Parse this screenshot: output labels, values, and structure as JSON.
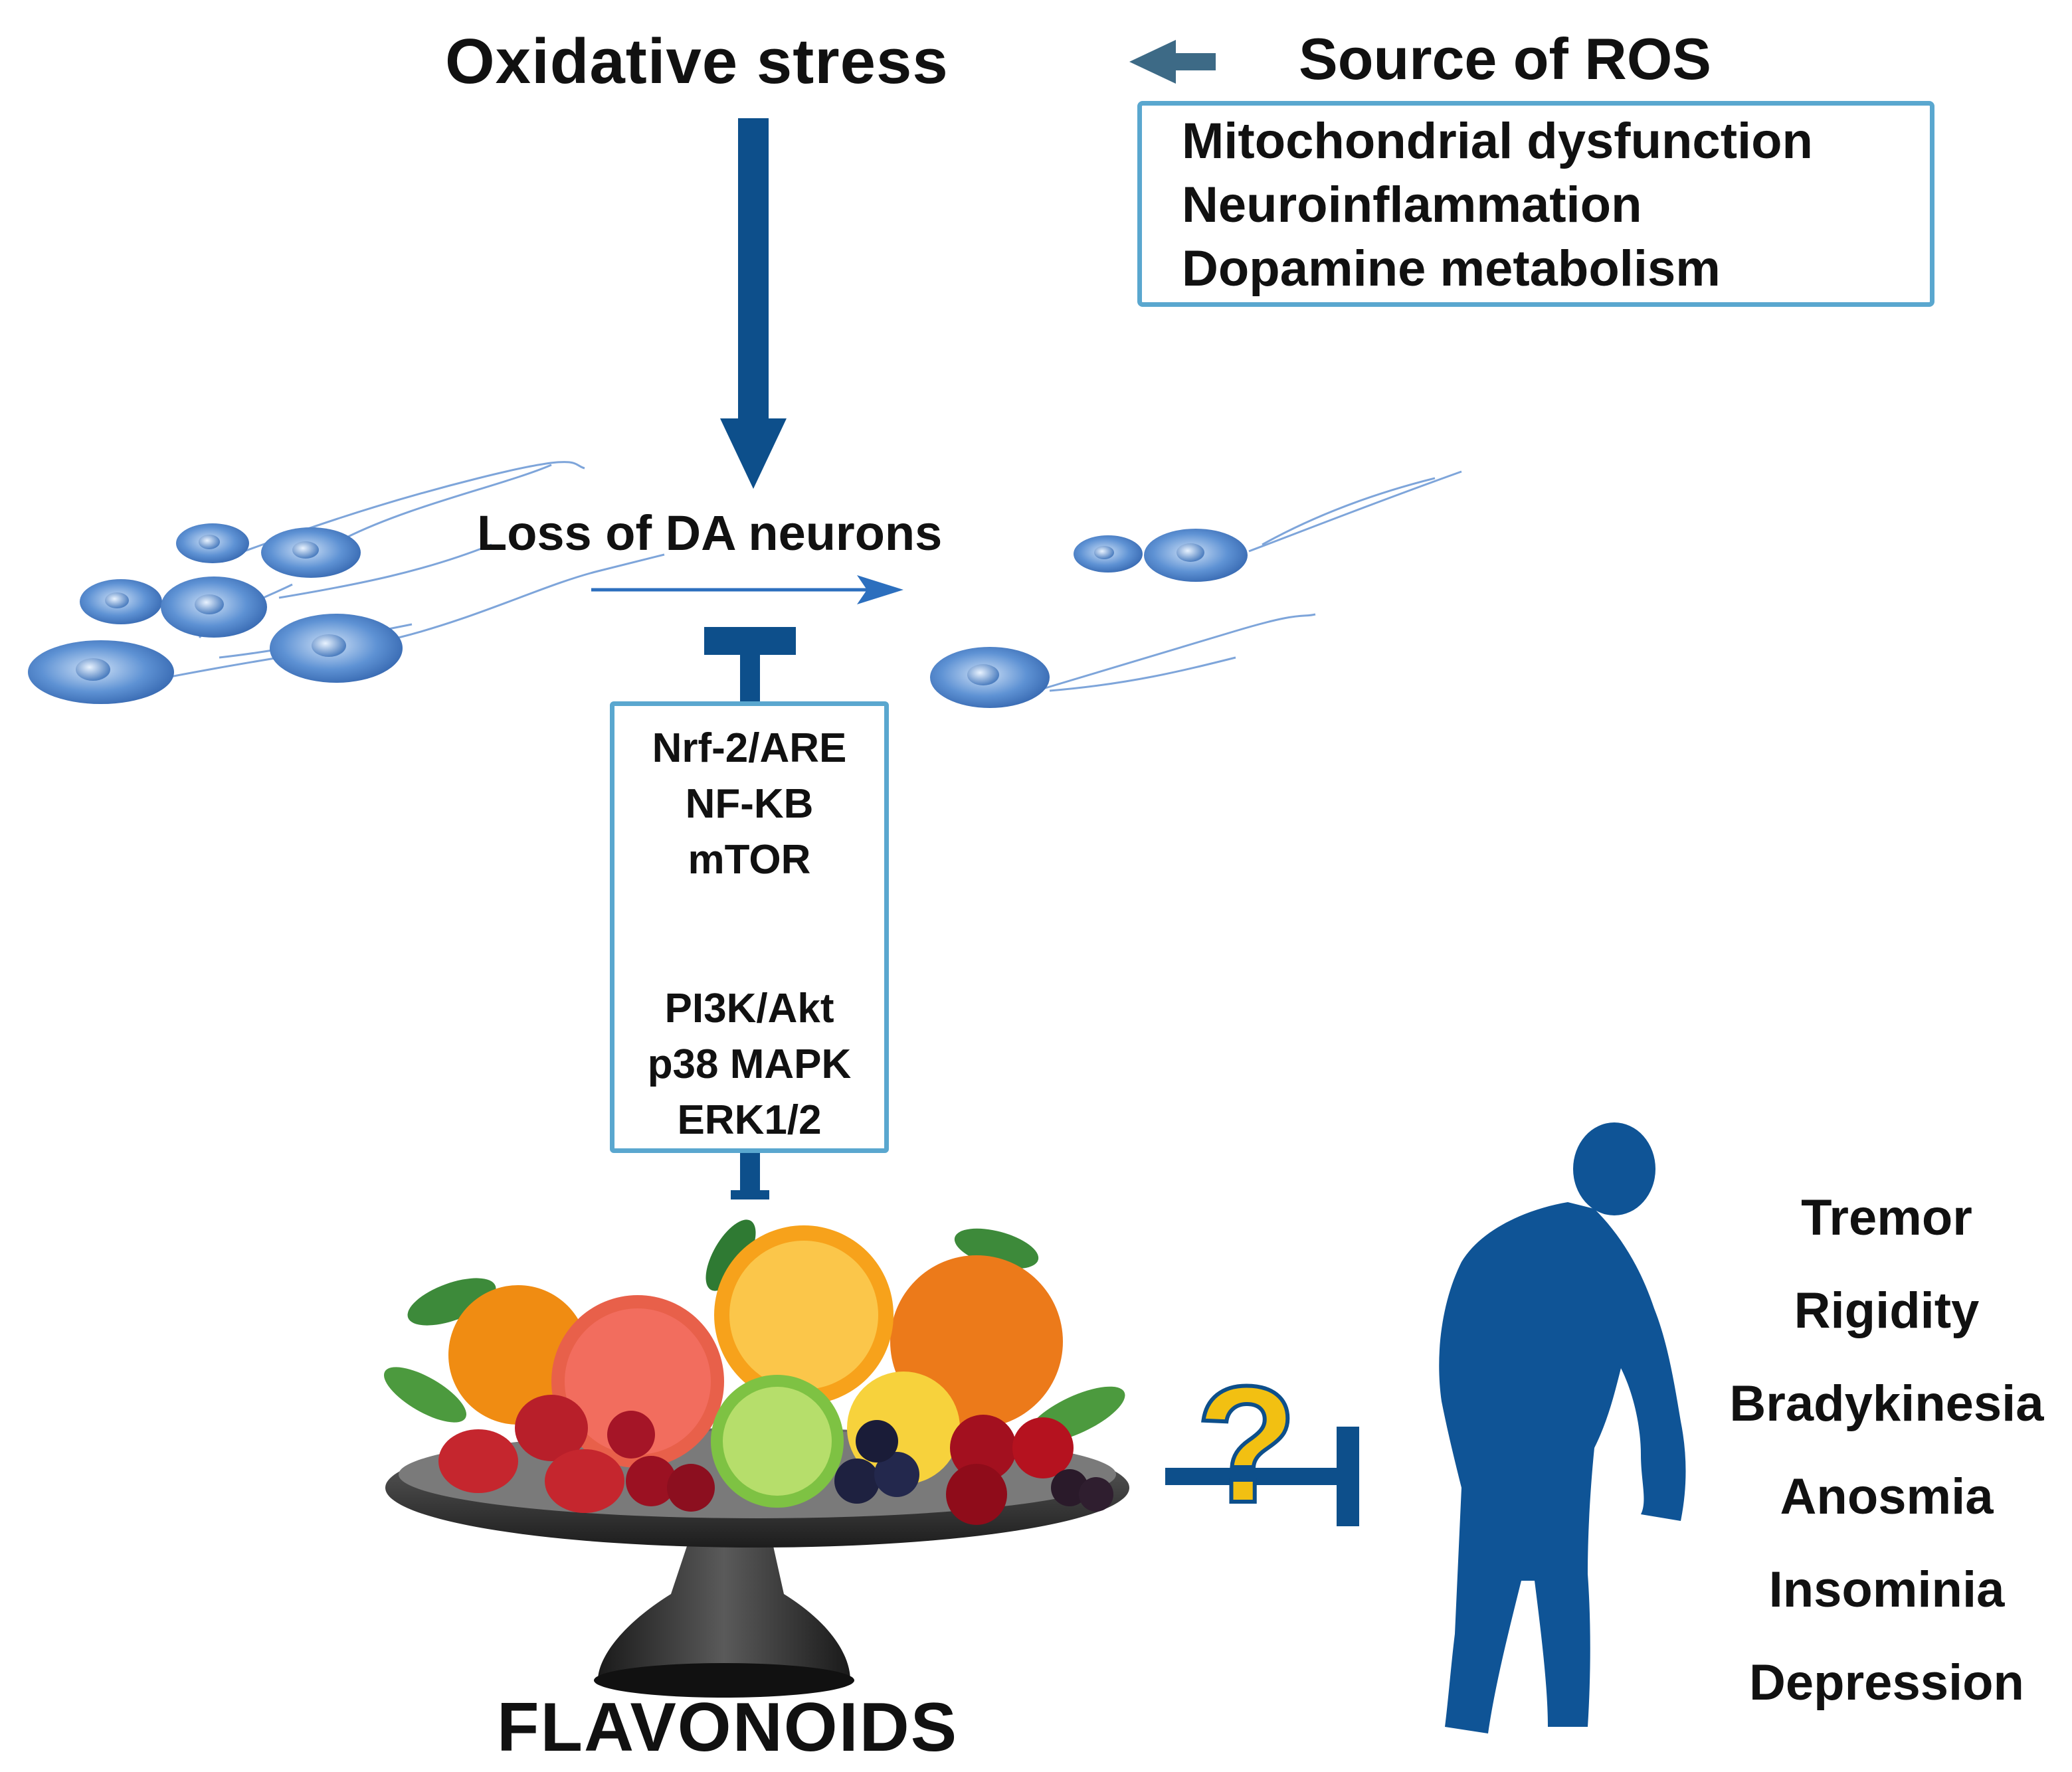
{
  "oxidative_stress": "Oxidative stress",
  "source_of_ros": {
    "title": "Source of ROS",
    "items": [
      "Mitochondrial dysfunction",
      "Neuroinflammation",
      "Dopamine metabolism"
    ]
  },
  "loss_of_da_neurons": "Loss of DA neurons",
  "pathways": {
    "upper": [
      "Nrf-2/ARE",
      "NF-KB",
      "mTOR"
    ],
    "lower": [
      "PI3K/Akt",
      "p38 MAPK",
      "ERK1/2"
    ]
  },
  "flavonoids": "FLAVONOIDS",
  "unknown_effect_symbol": "?",
  "symptoms": [
    "Tremor",
    "Rigidity",
    "Bradykinesia",
    "Anosmia",
    "Insominia",
    "Depression"
  ],
  "colors": {
    "arrow_dark_blue": "#0d4f8b",
    "box_border": "#5aa7cf",
    "grey_arrow": "#3d6a86",
    "neuron_blue": "#4a80c8",
    "silhouette": "#0f5496",
    "question_mark": "#f2c012"
  }
}
